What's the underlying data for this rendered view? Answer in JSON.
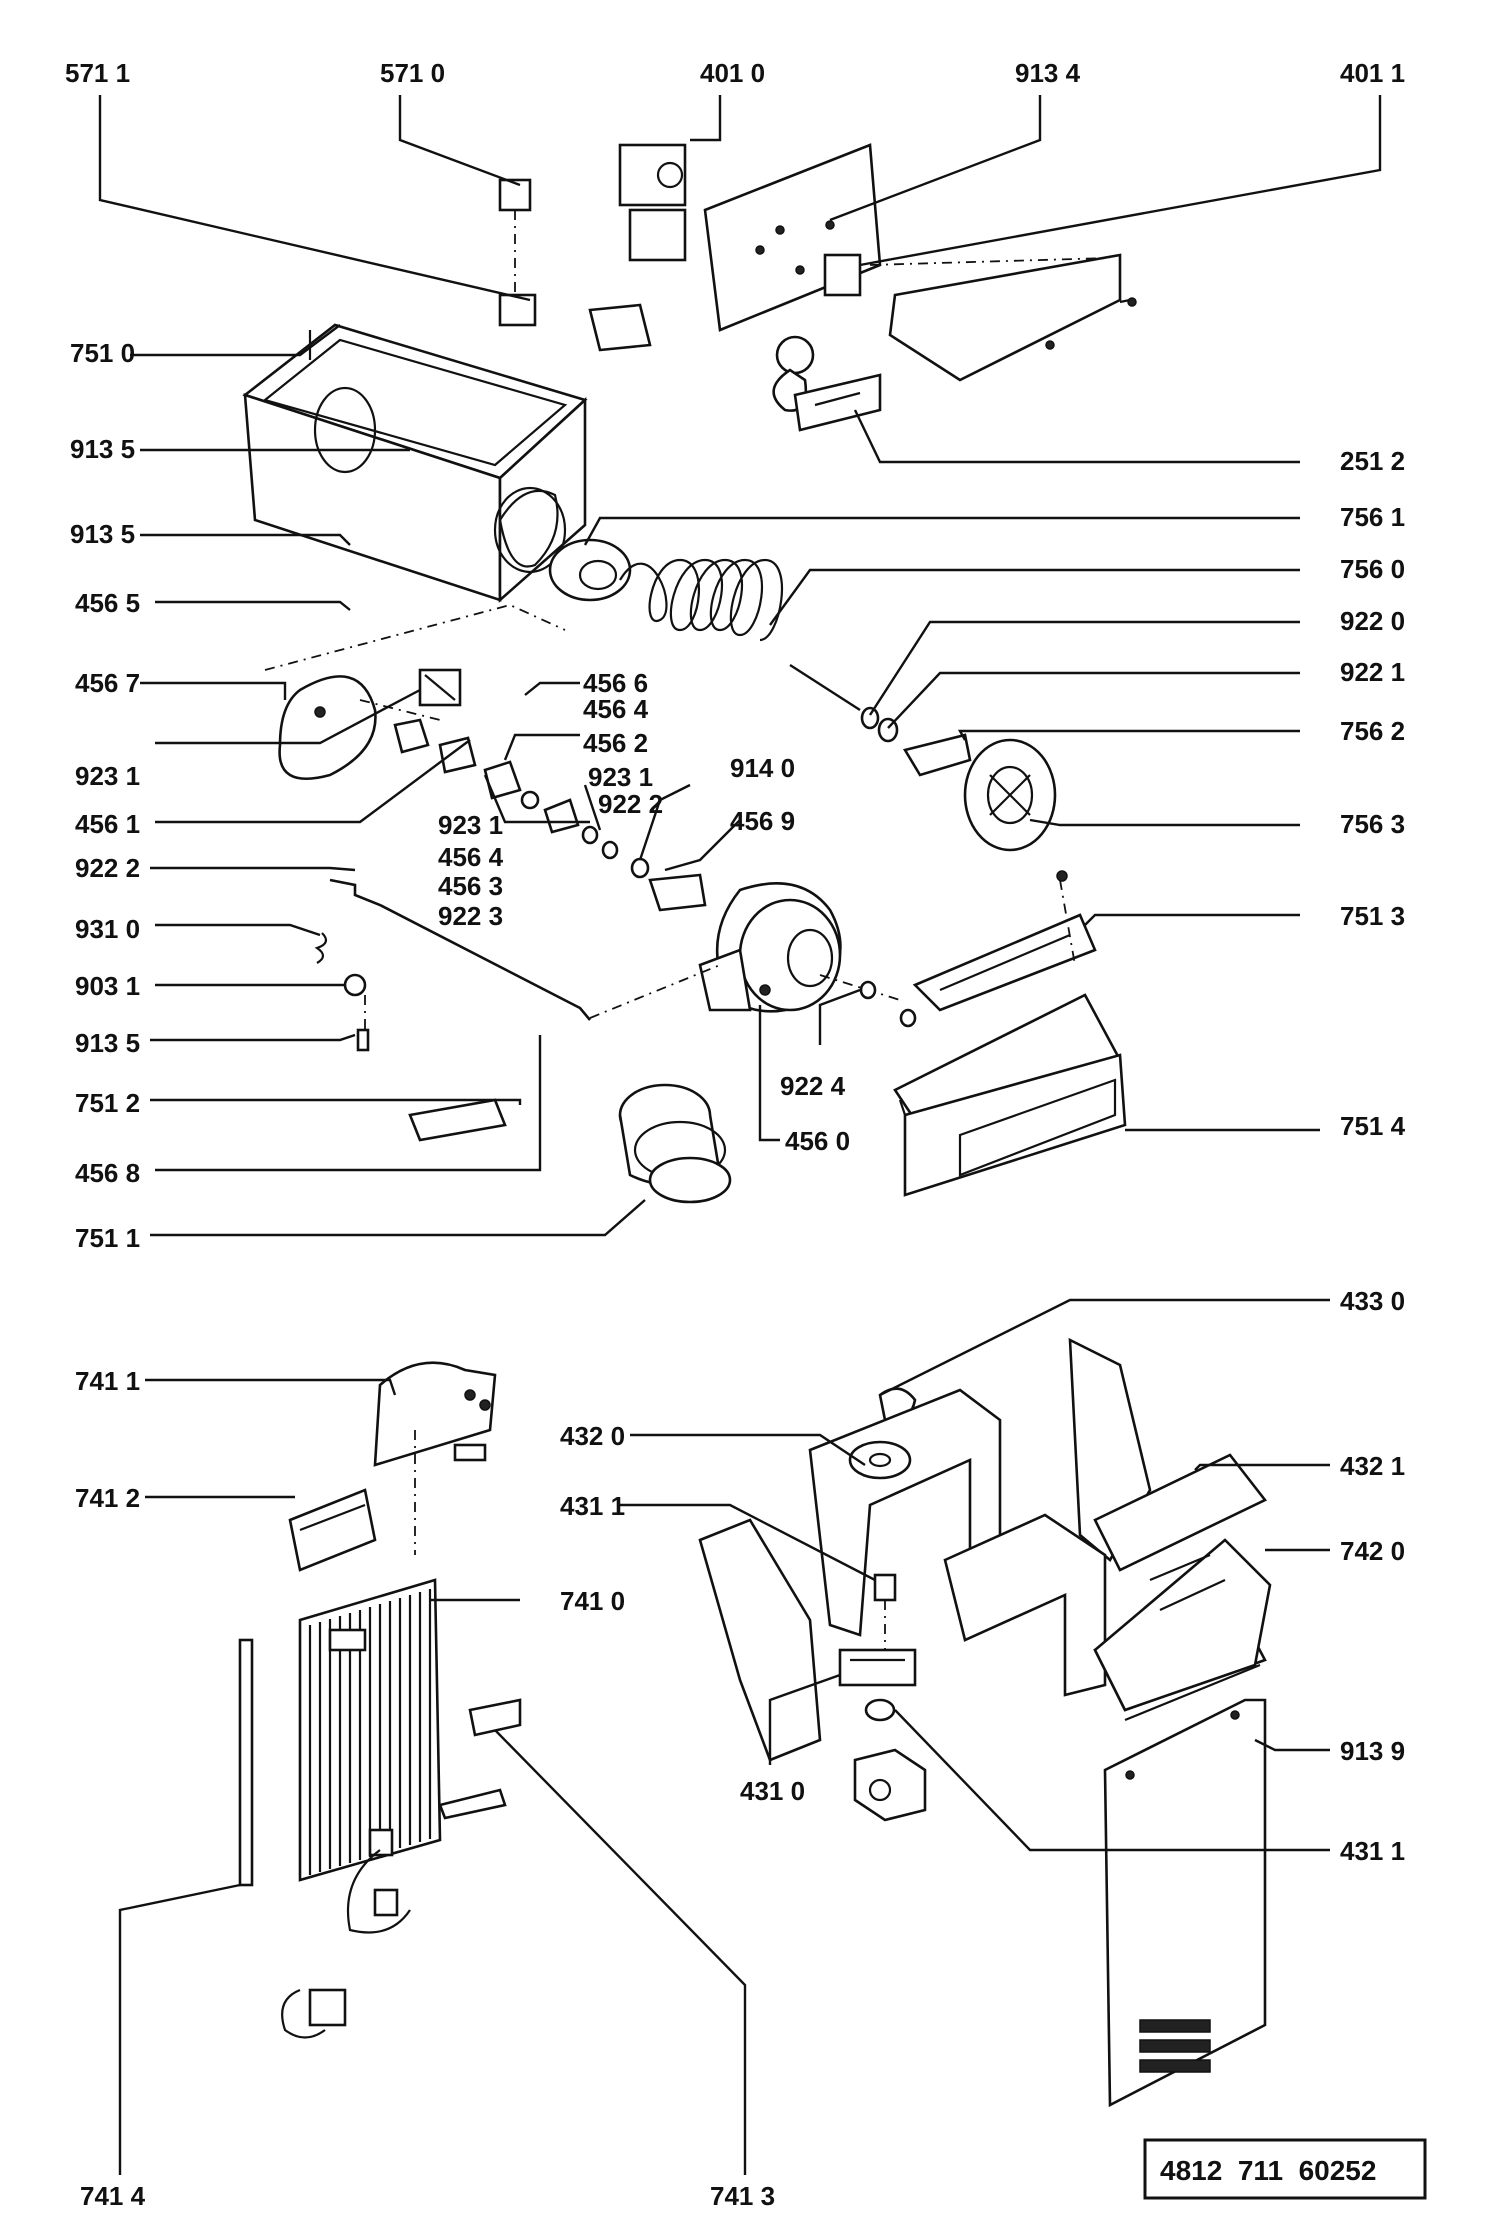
{
  "labels": {
    "l5711": "571 1",
    "l5710": "571 0",
    "l4010": "401 0",
    "l9134": "913 4",
    "l4011": "401 1",
    "l7510": "751 0",
    "l9135a": "913 5",
    "l2512": "251 2",
    "l9135b": "913 5",
    "l7561": "756 1",
    "l4565": "456 5",
    "l7560": "756 0",
    "l9220": "922 0",
    "l4567": "456 7",
    "l4566": "456 6",
    "l9221": "922 1",
    "l4564a": "456 4",
    "l7562": "756 2",
    "l4562": "456 2",
    "l9231a": "923 1",
    "l9140": "914 0",
    "l9231b": "923 1",
    "l9231c": "923 1",
    "l9222a": "922 2",
    "l4569": "456 9",
    "l4561": "456 1",
    "l4564b": "456 4",
    "l7563": "756 3",
    "l9222b": "922 2",
    "l4563": "456 3",
    "l9223": "922 3",
    "l7513": "751 3",
    "l9310": "931 0",
    "l9031": "903 1",
    "l9135c": "913 5",
    "l9224": "922 4",
    "l7512": "751 2",
    "l7514": "751 4",
    "l4568": "456 8",
    "l4560": "456 0",
    "l7511": "751 1",
    "l4330": "433 0",
    "l7411": "741 1",
    "l4320": "432 0",
    "l4321": "432 1",
    "l7412": "741 2",
    "l4311a": "431 1",
    "l7420": "742 0",
    "l7410": "741 0",
    "l9139": "913 9",
    "l4310": "431 0",
    "l4311b": "431 1",
    "l7414": "741 4",
    "l7413": "741 3"
  },
  "reference": {
    "code": "4812  711  60252"
  }
}
